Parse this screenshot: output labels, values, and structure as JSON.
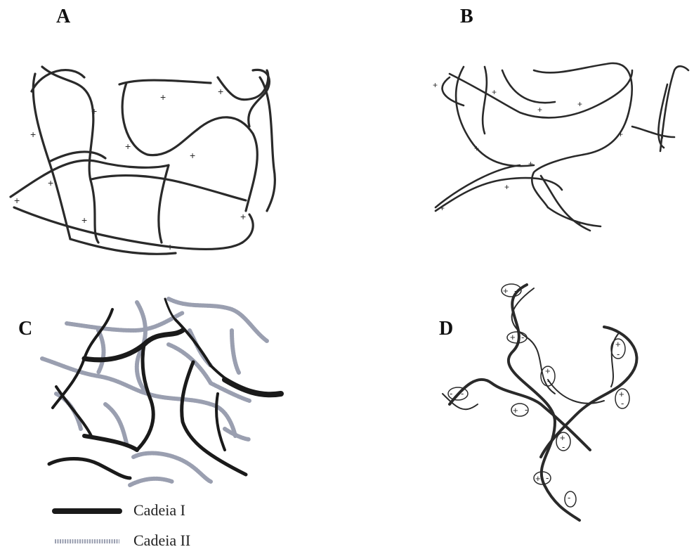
{
  "panels": {
    "a": {
      "label": "A"
    },
    "b": {
      "label": "B"
    },
    "c": {
      "label": "C"
    },
    "d": {
      "label": "D"
    }
  },
  "legend": {
    "chain1": "Cadeia I",
    "chain2": "Cadeia II"
  },
  "colors": {
    "chain1": "#1a1a1a",
    "chain2": "#9a9fb0",
    "line": "#2a2a2a"
  }
}
